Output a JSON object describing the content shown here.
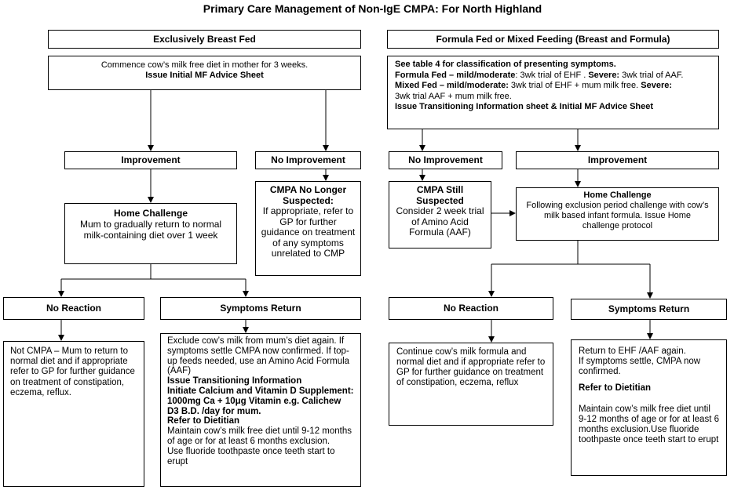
{
  "title": "Primary Care Management of Non-IgE CMPA: For North Highland",
  "left": {
    "header": "Exclusively Breast Fed",
    "commence": {
      "line1": "Commence cow’s milk free diet in mother for 3 weeks.",
      "line2": "Issue Initial MF Advice Sheet"
    },
    "improvement": "Improvement",
    "no_improvement": "No Improvement",
    "home_challenge": {
      "title": "Home Challenge",
      "text": "Mum to gradually return to normal milk-containing diet over 1 week"
    },
    "no_longer": {
      "title": "CMPA No Longer Suspected:",
      "text": "If appropriate, refer to GP for further guidance on treatment of any symptoms unrelated to CMP"
    },
    "no_reaction": "No Reaction",
    "symptoms_return": "Symptoms Return",
    "not_cmpa": "Not CMPA – Mum to return to normal diet and if appropriate refer to GP for further guidance on treatment of constipation, eczema, reflux.",
    "symptoms_detail": {
      "p1": "Exclude cow’s milk from mum’s diet again. If symptoms settle CMPA now confirmed.  If top-up feeds needed, use an Amino Acid Formula (AAF)",
      "p2": "Issue Transitioning Information",
      "p3": "Initiate Calcium and Vitamin D Supplement: 1000mg Ca + 10μg Vitamin e.g. Calichew D3 B.D. /day for mum.",
      "p4": "Refer to Dietitian",
      "p5": "Maintain cow’s milk free diet until 9-12 months of age or for at least 6 months exclusion.",
      "p6": "Use fluoride toothpaste once teeth start to erupt"
    }
  },
  "right": {
    "header": "Formula Fed or Mixed Feeding (Breast and Formula)",
    "classify": {
      "l1": "See table 4 for classification of presenting symptoms.",
      "l2a": "Formula Fed – mild/moderate",
      "l2b": ": 3wk trial of EHF . ",
      "l2c": "Severe:",
      "l2d": " 3wk trial of AAF.",
      "l3a": "Mixed Fed – mild/moderate:",
      "l3b": " 3wk trial of EHF  + mum milk free. ",
      "l3c": "Severe:",
      "l4": "3wk trial AAF  + mum milk free.",
      "l5": "Issue Transitioning Information sheet & Initial MF Advice Sheet"
    },
    "no_improvement": "No Improvement",
    "improvement": "Improvement",
    "still_suspected": {
      "title": "CMPA Still Suspected",
      "text": "Consider 2 week trial of Amino Acid Formula (AAF)"
    },
    "home_challenge": {
      "title": "Home Challenge",
      "text": "Following exclusion period challenge with cow’s milk based infant formula.  Issue Home challenge protocol"
    },
    "no_reaction": "No Reaction",
    "symptoms_return": "Symptoms Return",
    "continue": "Continue cow’s milk formula and normal diet and if appropriate refer to GP for further guidance on treatment of constipation, eczema, reflux",
    "return_detail": {
      "p1": "Return to EHF /AAF again.",
      "p2": "If symptoms settle, CMPA now confirmed.",
      "p3": "Refer to Dietitian",
      "p4": "Maintain cow’s milk free diet until 9-12 months of age or for at least 6 months exclusion.Use fluoride toothpaste once teeth start to erupt"
    }
  }
}
